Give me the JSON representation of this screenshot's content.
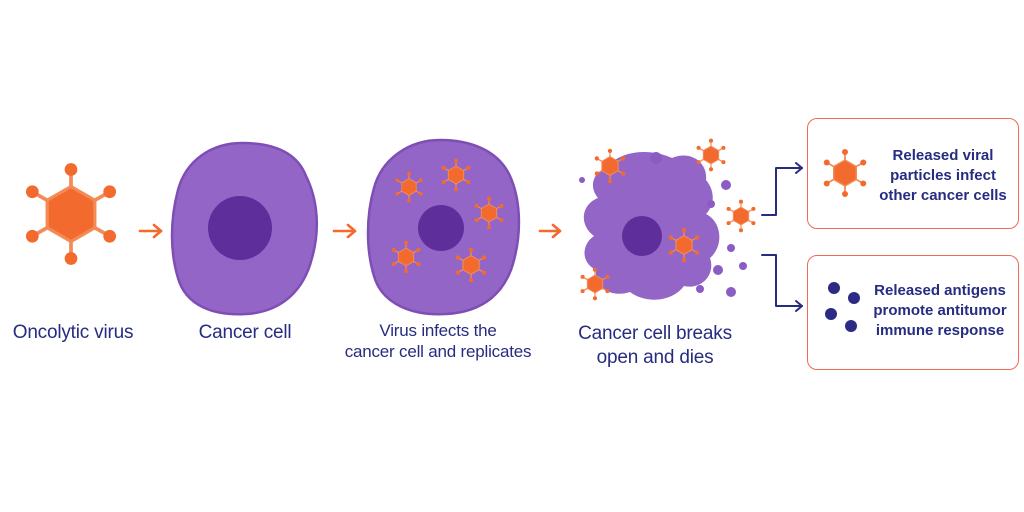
{
  "colors": {
    "virus": "#f26a2e",
    "virus_stroke": "#f48a55",
    "cell": "#9365c7",
    "cell_edge": "#7e4eb5",
    "nucleus": "#5e2e9a",
    "arrow": "#f26a2e",
    "connector": "#262c80",
    "antigen": "#2d2a85",
    "debris": "#8a5cc4",
    "text": "#262c80",
    "box_border": "#f06a55"
  },
  "steps": [
    {
      "label_lines": [
        "Oncolytic virus"
      ]
    },
    {
      "label_lines": [
        "Cancer cell"
      ]
    },
    {
      "label_lines": [
        "Virus infects the",
        "cancer cell and replicates"
      ]
    },
    {
      "label_lines": [
        "Cancer cell breaks",
        "open and dies"
      ]
    }
  ],
  "outcomes": [
    {
      "lines": [
        "Released viral",
        "particles infect",
        "other cancer cells"
      ],
      "icon": "virus-icon"
    },
    {
      "lines": [
        "Released antigens",
        "promote antitumor",
        "immune response"
      ],
      "icon": "antigen-dots-icon"
    }
  ]
}
